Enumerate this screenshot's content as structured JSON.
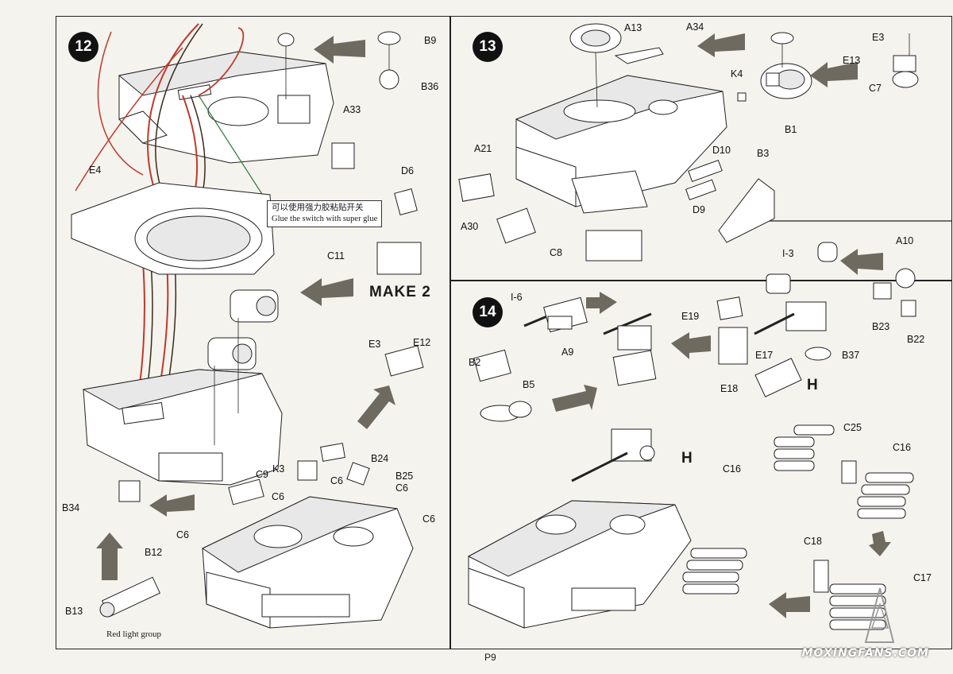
{
  "page": {
    "page_number": "P9",
    "watermark": "MOXINGFANS.COM"
  },
  "step12": {
    "number": "12",
    "make_label": "MAKE 2",
    "note_cn": "可以使用强力胶粘贴开关",
    "note_en": "Glue the switch with super glue",
    "red_light_label": "Red light group",
    "labels": [
      "B9",
      "B36",
      "A33",
      "E4",
      "D6",
      "C11",
      "E3",
      "E12",
      "B24",
      "B25",
      "C6",
      "C6",
      "C6",
      "C6",
      "C6",
      "C9",
      "K3",
      "B34",
      "B12",
      "B13"
    ]
  },
  "step13": {
    "number": "13",
    "labels": [
      "A13",
      "A34",
      "E3",
      "E13",
      "K4",
      "C7",
      "B1",
      "A21",
      "D10",
      "B3",
      "A30",
      "D9",
      "C8"
    ]
  },
  "step14": {
    "number": "14",
    "sub_mark": "H",
    "labels": [
      "I-3",
      "A10",
      "I-6",
      "E19",
      "A9",
      "B23",
      "B22",
      "B2",
      "B37",
      "E17",
      "B5",
      "E18",
      "H",
      "C25",
      "C16",
      "C16",
      "C18",
      "C17"
    ]
  },
  "colors": {
    "arrow": "#6f6a60",
    "wire_red": "#c0392b",
    "wire_dark": "#3a2a1a",
    "wire_green": "#2e7d32"
  }
}
